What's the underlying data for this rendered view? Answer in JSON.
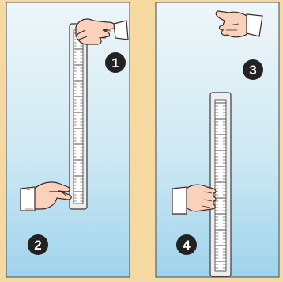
{
  "colors": {
    "frame": "#f6d9a0",
    "panel_top": "#eef6f9",
    "panel_bottom": "#9fd3ec",
    "panel_border": "#4a4a4a",
    "ruler_outer": "#eeeeee",
    "ruler_inner": "#ffffff",
    "ruler_edge": "#3a3a3a",
    "hand_skin": "#fad1bb",
    "hand_outline": "#3b2a24",
    "cuff": "#ffffff",
    "badge": "#222222",
    "badge_text": "#ffffff"
  },
  "panels": [
    {
      "name": "left",
      "steps": [
        {
          "number": "1",
          "description_icon": "hand-holding-ruler-top-icon"
        },
        {
          "number": "2",
          "description_icon": "hand-open-below-ruler-icon"
        }
      ]
    },
    {
      "name": "right",
      "steps": [
        {
          "number": "3",
          "description_icon": "hand-released-icon"
        },
        {
          "number": "4",
          "description_icon": "hand-catching-ruler-icon"
        }
      ]
    }
  ]
}
